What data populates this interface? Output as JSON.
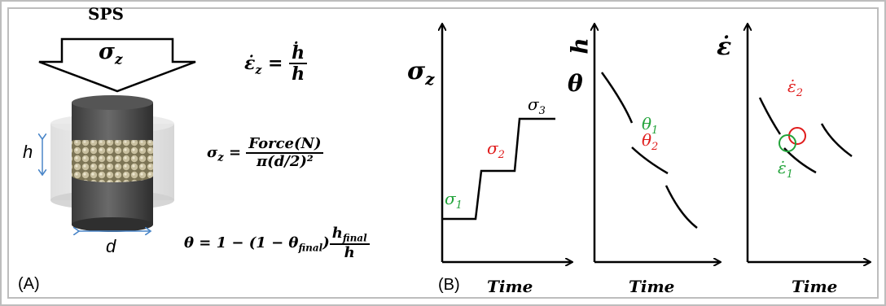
{
  "panel_a": {
    "label": "(A)",
    "device_label": "SPS",
    "stress_symbol": "σz",
    "height_label": "h",
    "diameter_label": "d",
    "eq_strain_rate": {
      "lhs": "ε̇z",
      "num": "ḣ",
      "den": "h"
    },
    "eq_stress": {
      "lhs": "σz",
      "num": "Force(N)",
      "den": "π(d/2)²"
    },
    "eq_density": {
      "lhs": "θ = 1 − (1 − θfinal)",
      "num": "hfinal",
      "den": "h"
    }
  },
  "panel_b": {
    "label": "(B)",
    "plot1": {
      "ylabel": "σz",
      "xlabel": "Time",
      "s1": "σ1",
      "s2": "σ2",
      "s3": "σ3"
    },
    "plot2": {
      "ylabel_top": "h",
      "ylabel_bottom": "θ",
      "xlabel": "Time",
      "t1": "θ1",
      "t2": "θ2"
    },
    "plot3": {
      "ylabel": "ε̇",
      "xlabel": "Time",
      "e1": "ε̇1",
      "e2": "ε̇2"
    }
  },
  "colors": {
    "green": "#22a33a",
    "red": "#e01b1b",
    "arrow_blue": "#4a86c8",
    "border": "#bdbdbd"
  }
}
